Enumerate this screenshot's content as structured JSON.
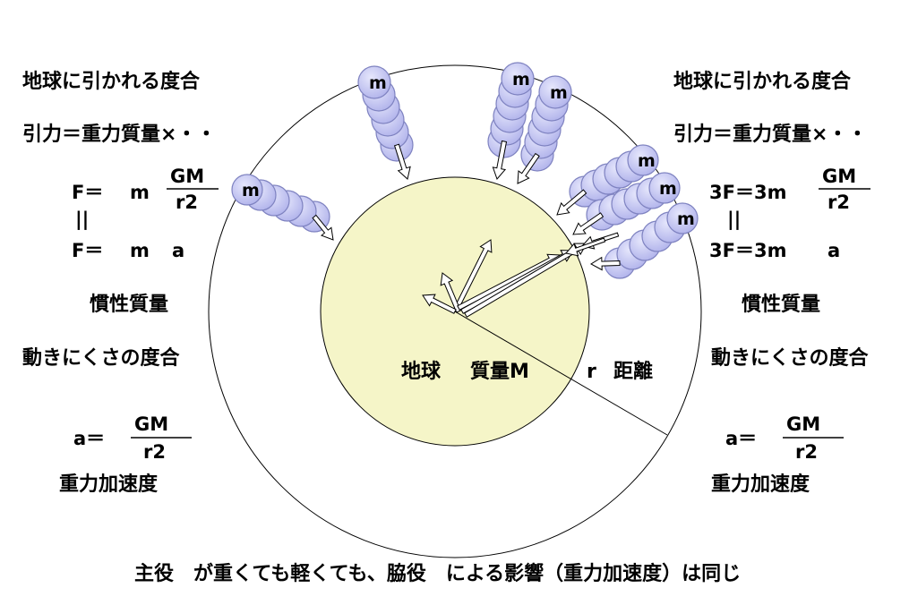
{
  "left": {
    "line1": "地球に引かれる度合",
    "line2": "引力＝重力質量×・・",
    "f1": "F＝",
    "f1_m": "m",
    "eq": "||",
    "f2": "F＝",
    "f2_m": "m",
    "f2_a": "a",
    "inertial": "慣性質量",
    "difficulty": "動きにくさの度合",
    "accel_a": "a＝",
    "accel_label": "重力加速度"
  },
  "right": {
    "line1": "地球に引かれる度合",
    "line2": "引力＝重力質量×・・",
    "f1": "3F＝3m",
    "eq": "||",
    "f2": "3F＝3m",
    "f2_a": "a",
    "inertial": "慣性質量",
    "difficulty": "動きにくさの度合",
    "accel_a": "a＝",
    "accel_label": "重力加速度"
  },
  "fraction": {
    "num": "GM",
    "den": "r2"
  },
  "earth": {
    "label": "地球",
    "mass_label": "質量M",
    "r_label": "r",
    "distance_label": "距離"
  },
  "mass_letter": "m",
  "footer": "主役　が重くても軽くても、脇役　による影響（重力加速度）は同じ",
  "colors": {
    "earth_fill": "#f5f5c8",
    "ball_fill": "#c0c2f2",
    "ball_stroke": "#7e82c0",
    "line": "#000000"
  }
}
